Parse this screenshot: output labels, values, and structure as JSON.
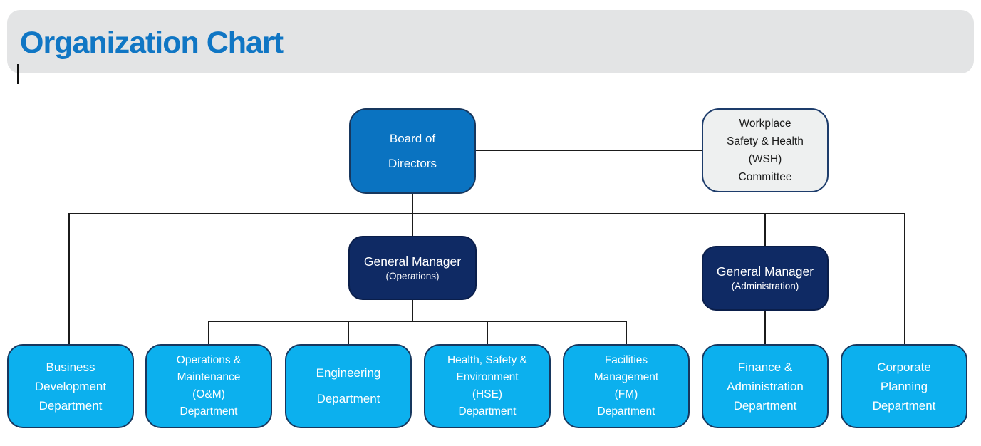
{
  "header": {
    "title": "Organization Chart"
  },
  "colors": {
    "title_blue": "#1076c4",
    "banner_gray": "#e3e4e5",
    "board_fill": "#0a73c1",
    "committee_fill": "#eef0f0",
    "manager_fill": "#0f2a64",
    "department_fill": "#0cb0ee",
    "border_navy": "#17375e",
    "connector_line": "#1b1b1b"
  },
  "nodes": {
    "board": {
      "lines": [
        "Board of",
        "Directors"
      ]
    },
    "wsh_committee": {
      "lines": [
        "Workplace",
        "Safety & Health",
        "(WSH)",
        "Committee"
      ]
    },
    "gm_operations": {
      "title": "General Manager",
      "subtitle": "(Operations)"
    },
    "gm_administration": {
      "title": "General Manager",
      "subtitle": "(Administration)"
    },
    "departments": [
      {
        "lines": [
          "Business",
          "Development",
          "Department"
        ]
      },
      {
        "lines": [
          "Operations &",
          "Maintenance",
          "(O&M)",
          "Department"
        ]
      },
      {
        "lines": [
          "Engineering",
          "Department"
        ]
      },
      {
        "lines": [
          "Health, Safety &",
          "Environment",
          "(HSE)",
          "Department"
        ]
      },
      {
        "lines": [
          "Facilities",
          "Management",
          "(FM)",
          "Department"
        ]
      },
      {
        "lines": [
          "Finance &",
          "Administration",
          "Department"
        ]
      },
      {
        "lines": [
          "Corporate",
          "Planning",
          "Department"
        ]
      }
    ]
  }
}
